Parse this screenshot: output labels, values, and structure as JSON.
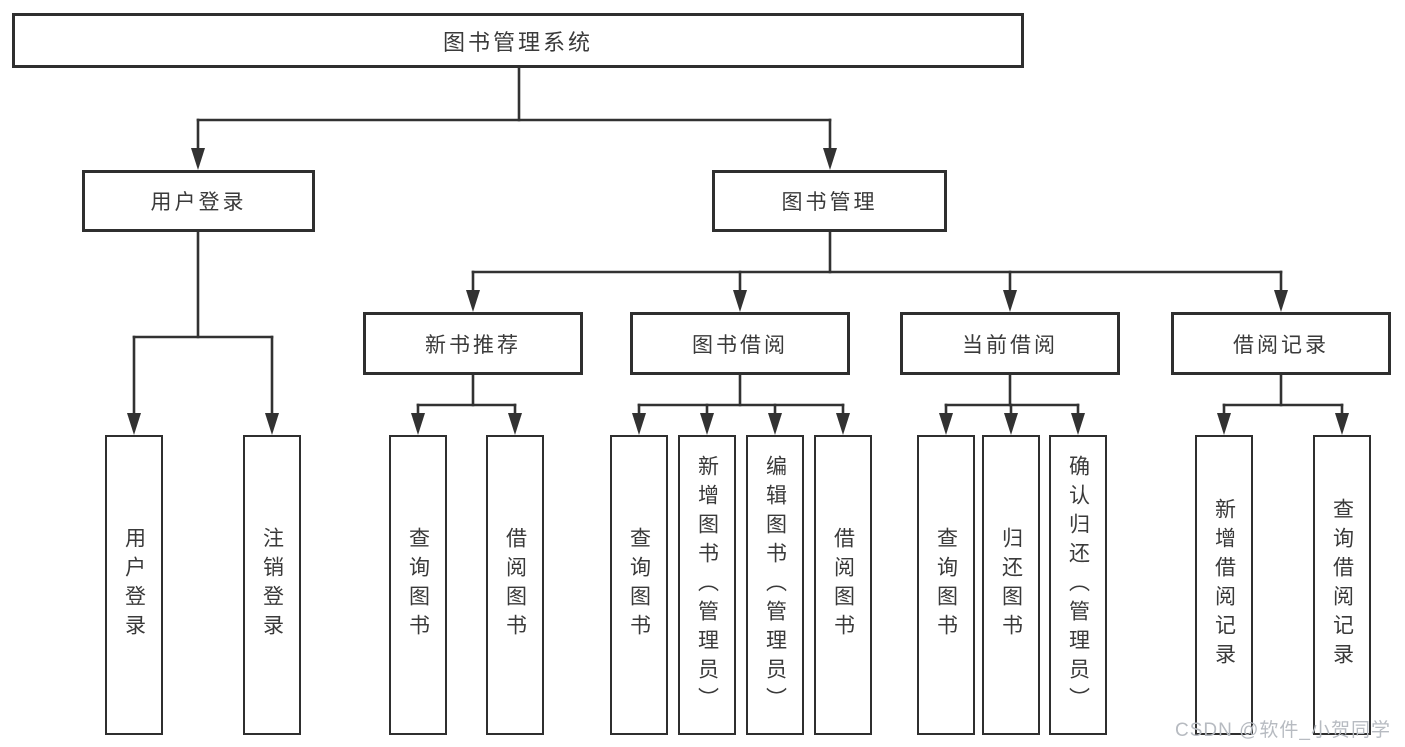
{
  "diagram": {
    "root": {
      "label": "图书管理系统"
    },
    "level2": [
      {
        "label": "用户登录"
      },
      {
        "label": "图书管理"
      }
    ],
    "level3": [
      {
        "label": "新书推荐"
      },
      {
        "label": "图书借阅"
      },
      {
        "label": "当前借阅"
      },
      {
        "label": "借阅记录"
      }
    ],
    "leaves": [
      {
        "label": "用户登录"
      },
      {
        "label": "注销登录"
      },
      {
        "label": "查询图书"
      },
      {
        "label": "借阅图书"
      },
      {
        "label": "查询图书"
      },
      {
        "label": "新增图书（管理员）"
      },
      {
        "label": "编辑图书（管理员）"
      },
      {
        "label": "借阅图书"
      },
      {
        "label": "查询图书"
      },
      {
        "label": "归还图书"
      },
      {
        "label": "确认归还（管理员）"
      },
      {
        "label": "新增借阅记录"
      },
      {
        "label": "查询借阅记录"
      }
    ],
    "line_color": "#323232",
    "border_color": "#2f2f2f",
    "text_color": "#3a3a3a",
    "background_color": "#ffffff"
  },
  "watermark": {
    "text": "CSDN @软件_小贺同学",
    "color": "#b7bbc1"
  }
}
